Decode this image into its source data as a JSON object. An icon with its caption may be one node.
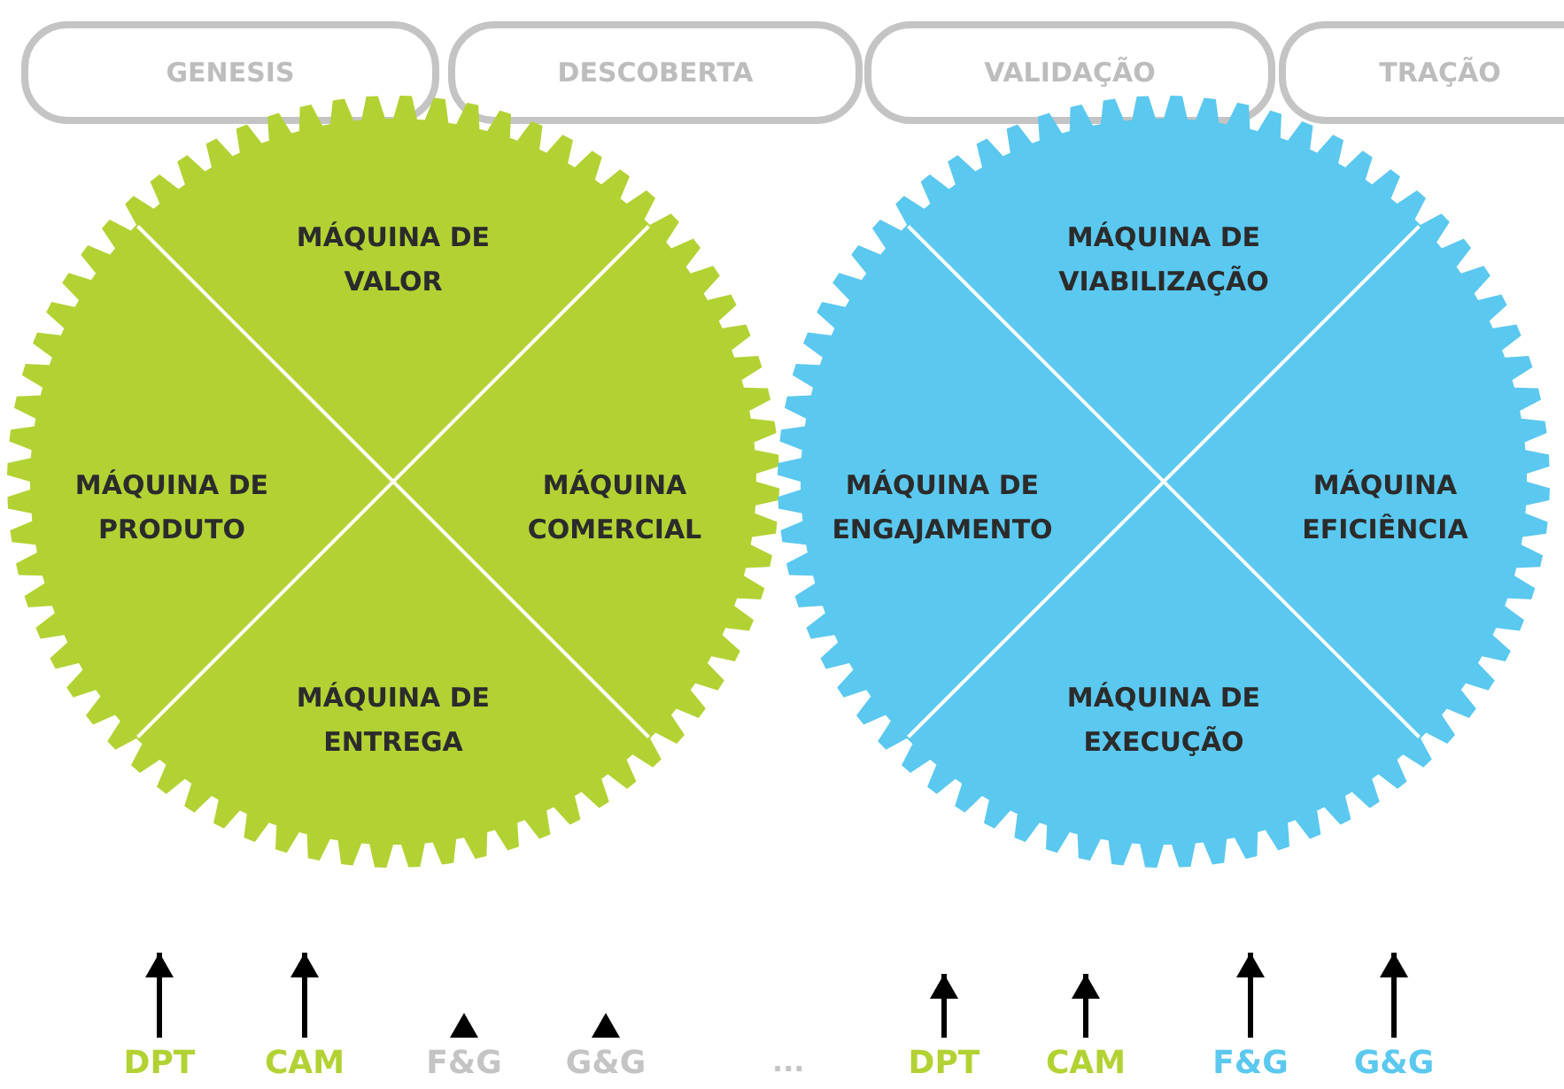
{
  "diagram": {
    "nodes": [
      {
        "text": [
          "GENESIS"
        ]
      },
      {
        "text": [
          "DESCOBERTA"
        ]
      },
      {
        "text": [
          "VALIDAÇÃO"
        ]
      },
      {
        "text": [
          "TRAÇÃO"
        ]
      },
      {
        "text": [],
        "shape": "gear"
      },
      {
        "text": [
          "MÁQUINA DE VALOR"
        ],
        "in": 4
      },
      {
        "text": [
          "MÁQUINA DE PRODUTO"
        ],
        "in": 4
      },
      {
        "text": [
          "MÁQUINA COMERCIAL"
        ],
        "in": 4
      },
      {
        "text": [
          "MÁQUINA DE ENTREGA"
        ],
        "in": 4
      },
      {
        "text": [],
        "shape": "gear"
      },
      {
        "text": [
          "MÁQUINA DE VIABILIZAÇÃO"
        ],
        "in": 9
      },
      {
        "text": [
          "MÁQUINA DE ENGAJAMENTO"
        ],
        "in": 9
      },
      {
        "text": [
          "MÁQUINA EFICIÊNCIA"
        ],
        "in": 9
      },
      {
        "text": [
          "MÁQUINA DE EXECUÇÃO"
        ],
        "in": 9
      },
      {
        "text": [
          "DPT"
        ]
      },
      {
        "text": [
          "CAM"
        ]
      },
      {
        "text": [
          "F&G"
        ]
      },
      {
        "text": [
          "G&G"
        ]
      },
      {
        "text": [
          "DPT"
        ]
      },
      {
        "text": [
          "CAM"
        ]
      },
      {
        "text": [
          "F&G"
        ]
      },
      {
        "text": [
          "G&G"
        ]
      }
    ],
    "edges": [
      {
        "from": 14,
        "to": null,
        "arrow": "to"
      },
      {
        "from": 15,
        "to": null,
        "arrow": "to"
      },
      {
        "from": 18,
        "to": null,
        "arrow": "to"
      },
      {
        "from": 19,
        "to": null,
        "arrow": "to"
      },
      {
        "from": 20,
        "to": null,
        "arrow": "to"
      },
      {
        "from": 21,
        "to": null,
        "arrow": "to"
      }
    ],
    "labels": [
      "..."
    ]
  }
}
